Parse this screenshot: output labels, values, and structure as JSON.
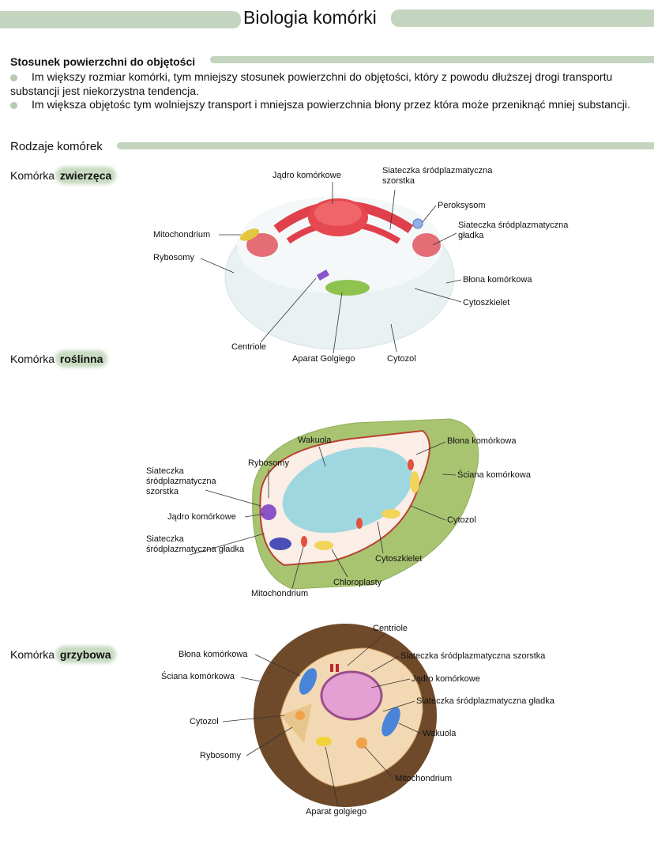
{
  "header": {
    "title": "Biologia komórki"
  },
  "surface_volume": {
    "heading": "Stosunek powierzchni do objętości",
    "bullets": [
      "Im większy rozmiar komórki, tym mniejszy stosunek powierzchni do objętości, który z powodu dłuższej drogi transportu substancji jest niekorzystna tendencja.",
      "Im większa objętośc tym wolniejszy transport i mniejsza powierzchnia błony przez która może przeniknąć mniej substancji."
    ]
  },
  "cell_types": {
    "heading": "Rodzaje komórek",
    "animal": {
      "prefix": "Komórka",
      "highlight": "zwierzęca",
      "labels": {
        "nucleus": "Jądro komórkowe",
        "rough_er_1": "Siateczka śródplazmatyczna",
        "rough_er_2": "szorstka",
        "peroxisome": "Peroksysom",
        "smooth_er_1": "Siateczka śródplazmatyczna",
        "smooth_er_2": "gładka",
        "mitochondrium": "Mitochondrium",
        "ribosomes": "Rybosomy",
        "membrane": "Błona komórkowa",
        "cytoskeleton": "Cytoszkielet",
        "centriole": "Centriole",
        "golgi": "Aparat Golgiego",
        "cytosol": "Cytozol"
      }
    },
    "plant": {
      "prefix": "Komórka",
      "highlight": "roślinna",
      "labels": {
        "vacuole": "Wakuola",
        "membrane": "Błona komórkowa",
        "ribosomes": "Rybosomy",
        "rough_er_1": "Siateczka",
        "rough_er_2": "śródplazmatyczna",
        "rough_er_3": "szorstka",
        "wall": "Ściana komórkowa",
        "nucleus": "Jądro komórkowe",
        "cytosol": "Cytozol",
        "smooth_er_1": "Siateczka",
        "smooth_er_2": "śródplazmatyczna gładka",
        "cytoskeleton": "Cytoszkielet",
        "chloroplasts": "Chloroplasty",
        "mitochondrium": "Mitochondrium"
      }
    },
    "fungal": {
      "prefix": "Komórka",
      "highlight": "grzybowa",
      "labels": {
        "centriole": "Centriole",
        "membrane": "Błona komórkowa",
        "rough_er": "Siateczka śródplazmatyczna szorstka",
        "wall": "Ściana komórkowa",
        "nucleus": "Jądro komórkowe",
        "smooth_er": "Siateczka śródplazmatyczna gładka",
        "cytosol": "Cytozol",
        "vacuole": "Wakuola",
        "ribosomes": "Rybosomy",
        "mitochondrium": "Mitochondrium",
        "golgi": "Aparat golgiego"
      }
    }
  }
}
